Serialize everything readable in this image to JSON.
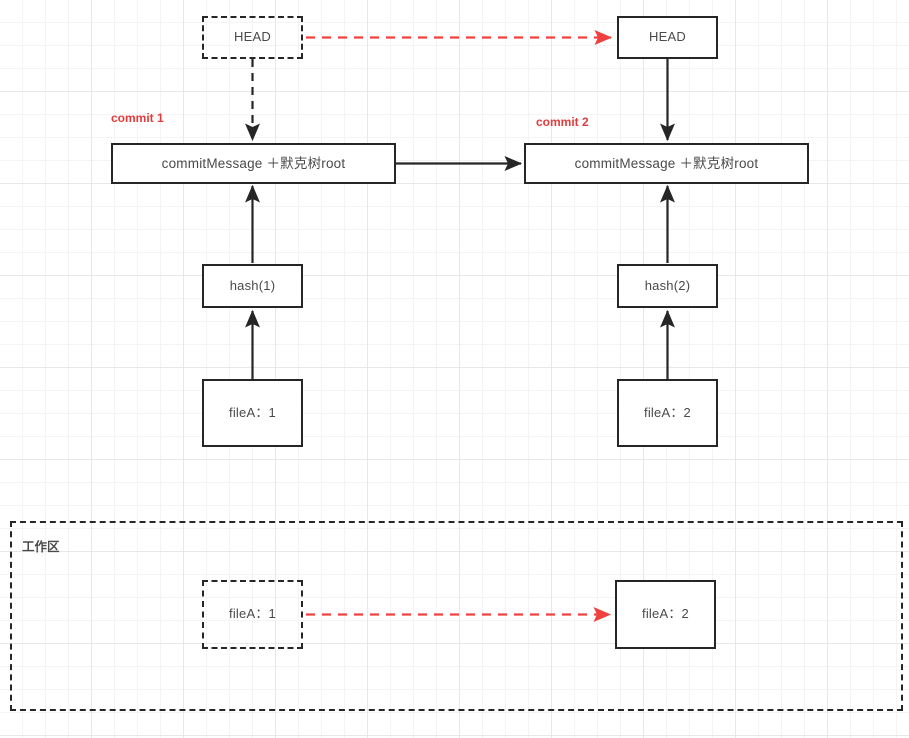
{
  "diagram": {
    "title": "Git commit and workspace diagram",
    "colors": {
      "accent_red": "#f04040",
      "label_red": "#e23b3b",
      "stroke_dark": "#262626",
      "text_gray": "#4a4a4a",
      "grid_line": "#e8e8e8",
      "canvas_bg": "#ffffff"
    },
    "nodes": {
      "head_old": "HEAD",
      "head_new": "HEAD",
      "commit1_box": "commitMessage ＋默克树root",
      "commit2_box": "commitMessage ＋默克树root",
      "hash1": "hash(1)",
      "hash2": "hash(2)",
      "fileA_v1": "fileA：1",
      "fileA_v2": "fileA：2",
      "workspace_fileA_old": "fileA：1",
      "workspace_fileA_new": "fileA：2"
    },
    "labels": {
      "commit1": "commit 1",
      "commit2": "commit 2"
    },
    "groups": {
      "workspace_title": "工作区"
    },
    "edges": [
      {
        "name": "head-old-to-head-new",
        "style": "dashed",
        "color": "#f04040"
      },
      {
        "name": "head-old-to-commit1",
        "style": "dashed",
        "color": "#262626"
      },
      {
        "name": "head-new-to-commit2",
        "style": "solid",
        "color": "#262626"
      },
      {
        "name": "commit1-to-commit2",
        "style": "solid",
        "color": "#262626"
      },
      {
        "name": "hash1-to-commit1",
        "style": "solid",
        "color": "#262626"
      },
      {
        "name": "hash2-to-commit2",
        "style": "solid",
        "color": "#262626"
      },
      {
        "name": "fileA1-to-hash1",
        "style": "solid",
        "color": "#262626"
      },
      {
        "name": "fileA2-to-hash2",
        "style": "solid",
        "color": "#262626"
      },
      {
        "name": "workspace-file-old-to-new",
        "style": "dashed",
        "color": "#f04040"
      }
    ]
  }
}
